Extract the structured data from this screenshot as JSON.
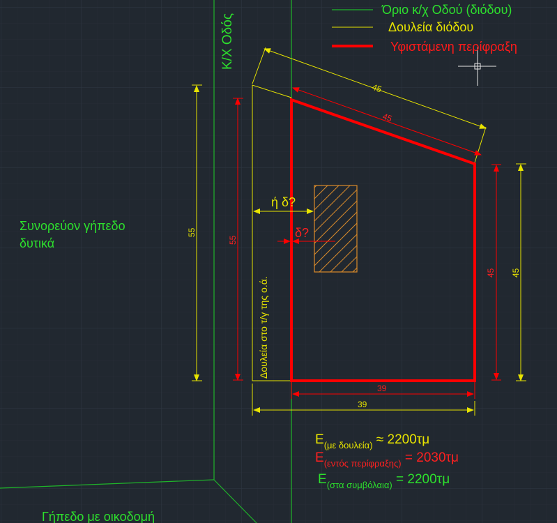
{
  "colors": {
    "background": "#212830",
    "grid_major": "#2c343e",
    "grid_minor": "#262d36",
    "road_limit": "#1fb52a",
    "easement": "#e8e400",
    "fence": "#ff0000",
    "annotation_green": "#2de02d",
    "crosshair": "#ffffff",
    "hatch": "#d98a2a"
  },
  "legend": {
    "road_limit_label": "Όριο κ/χ Οδού (διόδου)",
    "easement_label": "Δουλεία διόδου",
    "fence_label": "Υφιστάμενη περίφραξη"
  },
  "labels": {
    "road_name": "Κ/Χ Οδός",
    "neighbor_west": [
      "Συνορεύον γήπεδο",
      "δυτικά"
    ],
    "plot_with_building": "Γήπεδο με οικοδομή",
    "easement_note": "Δουλεία στο τ/γ της ο.ά.",
    "question_or_delta": "ή δ?",
    "question_delta": "δ?"
  },
  "dimensions": {
    "slanted_outer": "45",
    "slanted_inner": "45",
    "left_outer": "55",
    "left_inner": "55",
    "right_inner": "45",
    "right_outer": "45",
    "bottom_inner": "39",
    "bottom_outer": "39"
  },
  "areas": [
    {
      "prefix": "E",
      "subscript": "(με δουλεία)",
      "value": " ≈ 2200τμ",
      "color": "#e8e400"
    },
    {
      "prefix": "E",
      "subscript": "(εντός περίφραξης)",
      "value": " = 2030τμ",
      "color": "#ff2020"
    },
    {
      "prefix": "E",
      "subscript": "(στα συμβόλαια)",
      "value": " = 2200τμ",
      "color": "#2de02d"
    }
  ]
}
